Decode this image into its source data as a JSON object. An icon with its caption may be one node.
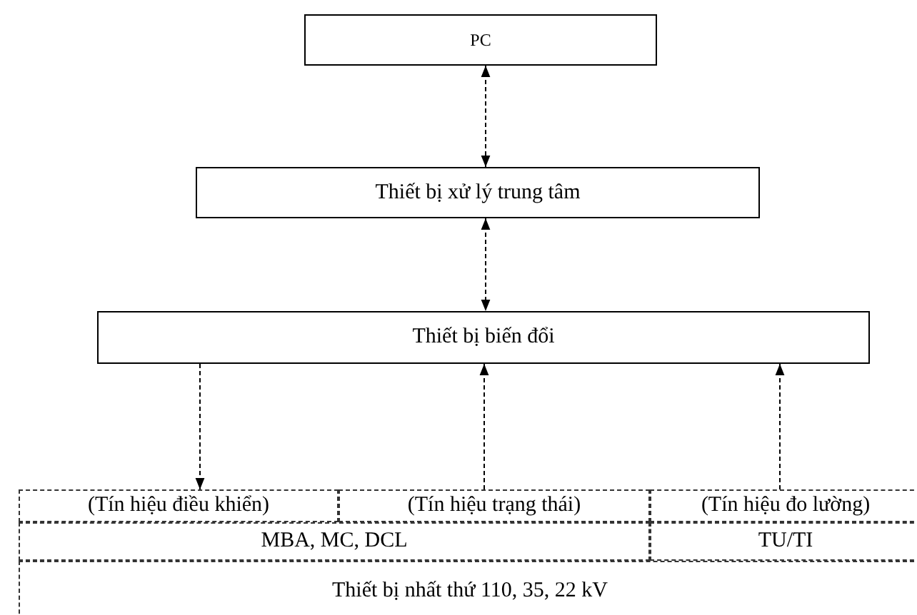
{
  "diagram": {
    "nodes": [
      {
        "text": [
          "PC"
        ]
      },
      {
        "text": [
          "Thiết bị xử lý trung tâm"
        ]
      },
      {
        "text": [
          "Thiết bị biến đổi"
        ]
      },
      {
        "text": [
          "(Tín hiệu điều khiển)"
        ]
      },
      {
        "text": [
          "(Tín hiệu trạng thái)"
        ]
      },
      {
        "text": [
          "(Tín hiệu đo lường)"
        ]
      },
      {
        "text": [
          "MBA, MC, DCL"
        ]
      },
      {
        "text": [
          "TU/TI"
        ]
      },
      {
        "text": [
          "Thiết bị nhất thứ 110, 35, 22 kV"
        ]
      }
    ],
    "edges": [
      {
        "from": 0,
        "to": 1,
        "arrow": "both"
      },
      {
        "from": 1,
        "to": 2,
        "arrow": "both"
      },
      {
        "from": 2,
        "to": 3,
        "arrow": "to"
      },
      {
        "from": 4,
        "to": 2,
        "arrow": "to"
      },
      {
        "from": 5,
        "to": 2,
        "arrow": "to"
      }
    ]
  }
}
